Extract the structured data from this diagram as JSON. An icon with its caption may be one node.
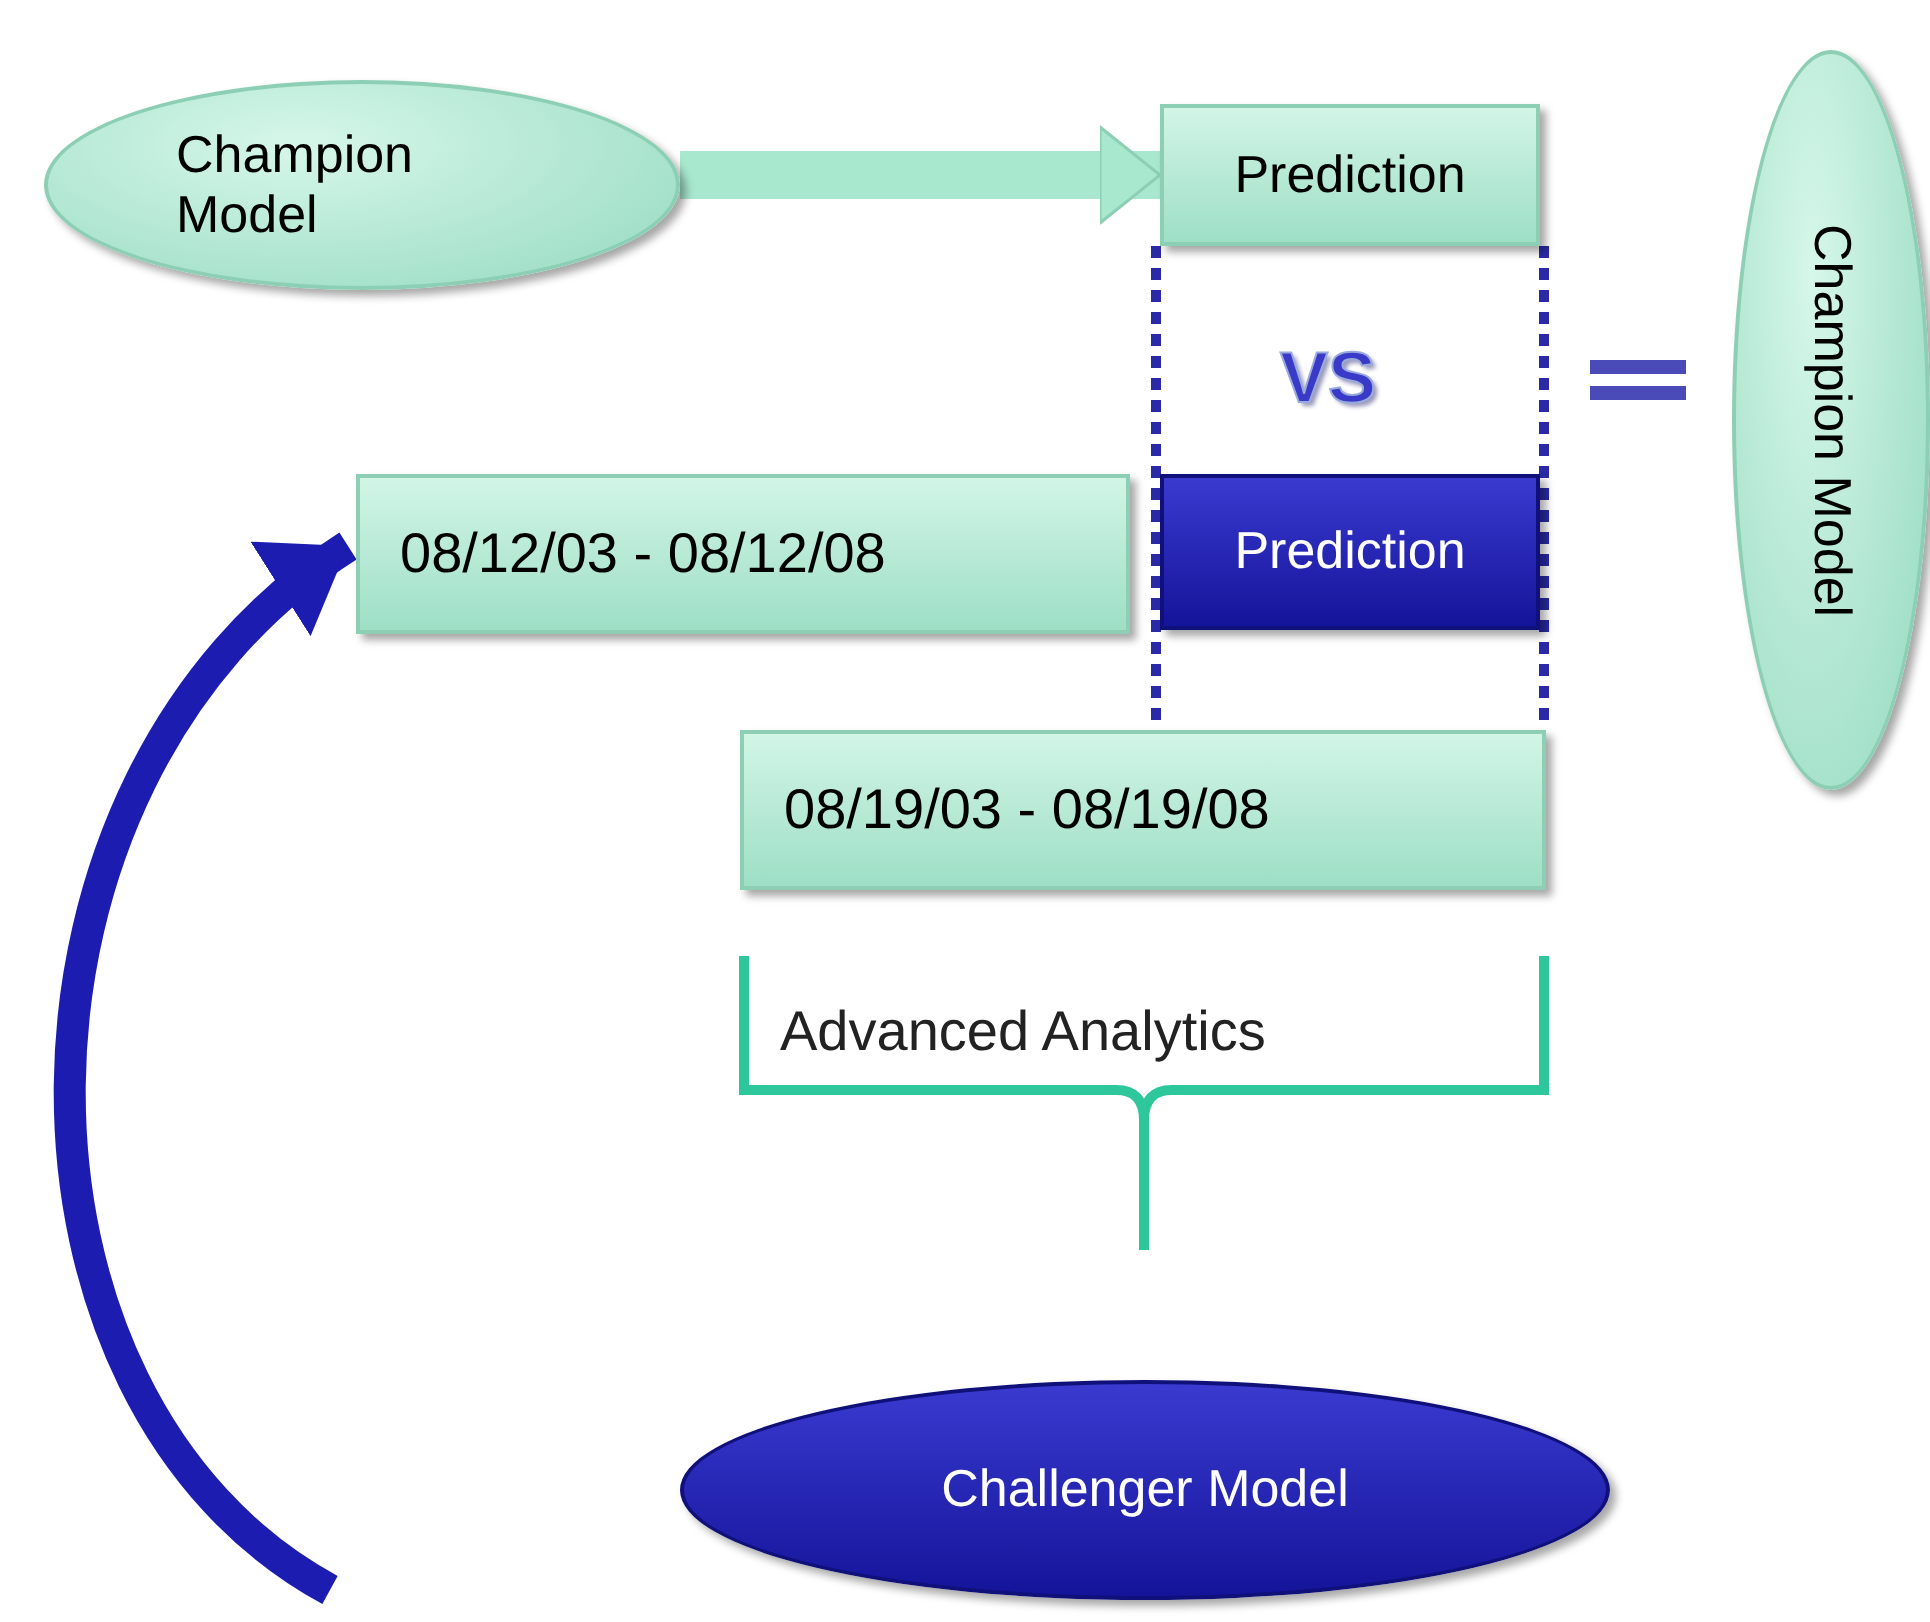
{
  "diagram": {
    "nodes": [
      {
        "text": [
          "Champion Model"
        ]
      },
      {
        "text": [
          "Prediction"
        ]
      },
      {
        "text": [
          "Champion Model"
        ]
      },
      {
        "text": [
          "08/12/03 - 08/12/08"
        ]
      },
      {
        "text": [
          "Prediction"
        ]
      },
      {
        "text": [
          "08/19/03 - 08/19/08"
        ]
      },
      {
        "text": [
          "Challenger Model"
        ]
      }
    ],
    "edges": [
      {
        "from": 0,
        "to": 1,
        "arrow": "to",
        "style": "thick",
        "color": "#a8e8cf"
      },
      {
        "from": null,
        "to": 3,
        "arrow": "to",
        "style": "thick",
        "color": "#1c1cb0"
      },
      {
        "from": 1,
        "to": 5,
        "arrow": "none",
        "style": "dashed",
        "color": "#2a2aa8"
      },
      {
        "from": 1,
        "to": 5,
        "arrow": "none",
        "style": "dashed",
        "color": "#2a2aa8"
      }
    ],
    "labels": [
      "VS",
      "Advanced Analytics"
    ]
  }
}
